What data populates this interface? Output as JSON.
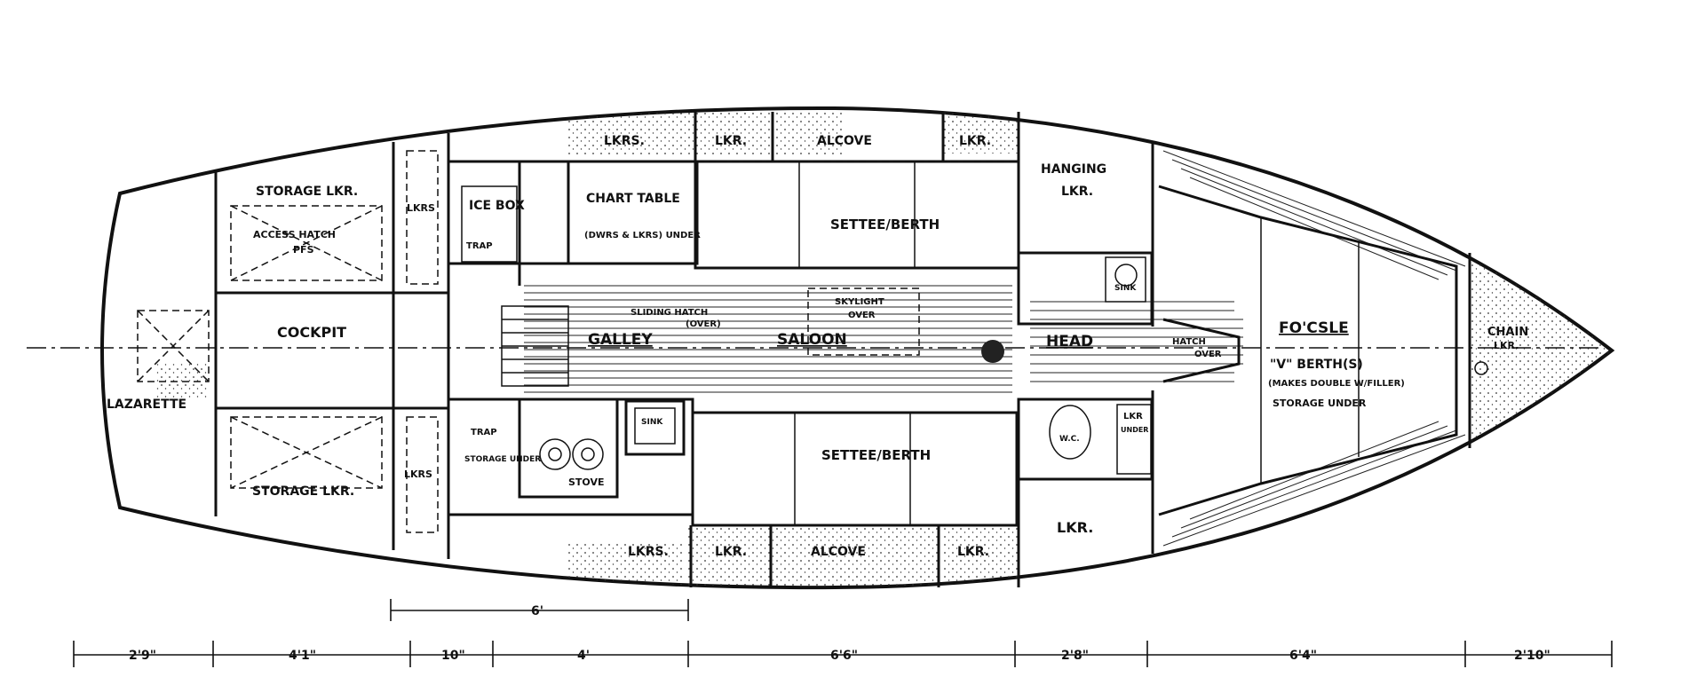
{
  "labels": {
    "lazarette": "LAZARETTE",
    "storage_upper": "STORAGE LKR.",
    "access_hatch": "ACCESS HATCH",
    "pfs": "PFS",
    "cockpit": "COCKPIT",
    "storage_lower": "STORAGE LKR.",
    "lkrs_upper": "LKRS",
    "lkrs_lower": "LKRS",
    "ice_box": "ICE BOX",
    "trap_upper": "TRAP",
    "chart_table": "CHART TABLE",
    "chart_table_note": "(DWRS & LKRS) UNDER",
    "lkrs_top": "LKRS.",
    "lkr_top_1": "LKR.",
    "alcove_top": "ALCOVE",
    "lkr_top_2": "LKR.",
    "settee_upper": "SETTEE/BERTH",
    "sliding_hatch": "SLIDING HATCH",
    "sliding_hatch_over": "(OVER)",
    "skylight": "SKYLIGHT",
    "skylight_over": "OVER",
    "galley": "GALLEY",
    "saloon": "SALOON",
    "sink_galley": "SINK",
    "trap_lower": "TRAP",
    "storage_under": "STORAGE UNDER",
    "stove": "STOVE",
    "settee_lower": "SETTEE/BERTH",
    "lkrs_bottom": "LKRS.",
    "lkr_bottom_1": "LKR.",
    "alcove_bottom": "ALCOVE",
    "lkr_bottom_2": "LKR.",
    "hanging_lkr_1": "HANGING",
    "hanging_lkr_2": "LKR.",
    "sink_head": "SINK",
    "head": "HEAD",
    "hatch_over_1": "HATCH",
    "hatch_over_2": "OVER",
    "wc": "W.C.",
    "lkr_under_1": "LKR",
    "lkr_under_2": "UNDER",
    "lkr_head_bottom": "LKR.",
    "focsle": "FO'CSLE",
    "v_berth": "\"V\" BERTH(S)",
    "v_berth_note": "(MAKES DOUBLE W/FILLER)",
    "v_storage": "STORAGE UNDER",
    "chain_lkr_1": "CHAIN",
    "chain_lkr_2": "LKR."
  },
  "dimensions": {
    "overall": [
      "2'9\"",
      "4'1\"",
      "10\"",
      "4'",
      "6'6\"",
      "2'8\"",
      "6'4\"",
      "2'10\""
    ],
    "galley_span": "6'"
  }
}
